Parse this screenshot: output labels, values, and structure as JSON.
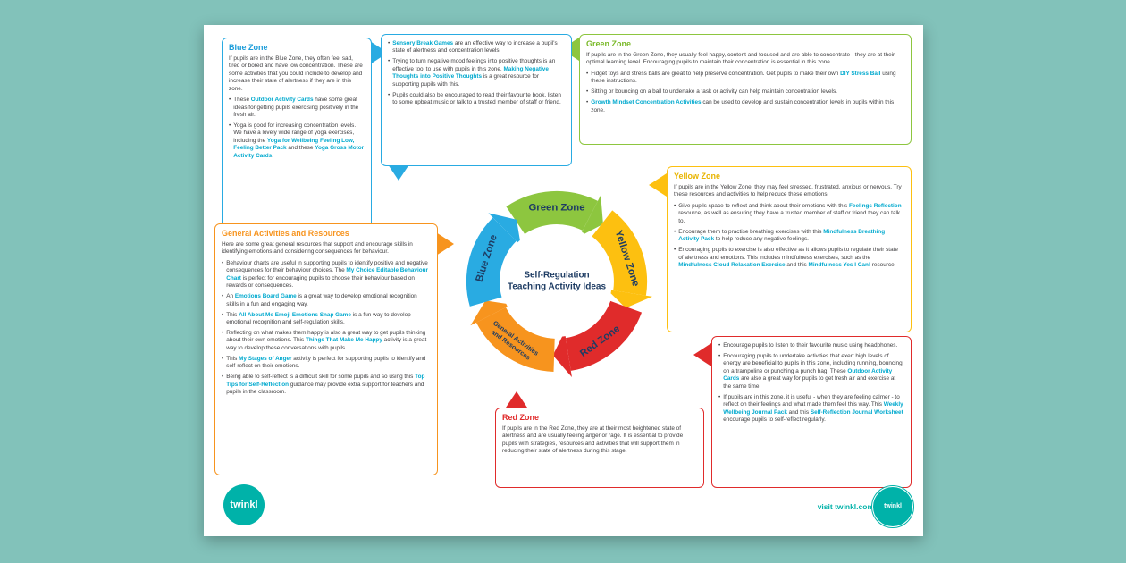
{
  "page": {
    "background_color": "#82c2ba"
  },
  "poster": {
    "center": {
      "title_line1": "Self-Regulation",
      "title_line2": "Teaching Activity Ideas"
    },
    "ring": {
      "segments": [
        {
          "id": "green",
          "label": "Green Zone",
          "color": "#8dc63f"
        },
        {
          "id": "yellow",
          "label": "Yellow Zone",
          "color": "#fdc010"
        },
        {
          "id": "red",
          "label": "Red Zone",
          "color": "#e02b2b"
        },
        {
          "id": "orange",
          "label": "General Activities",
          "label2": "and Resources",
          "color": "#f7941e"
        },
        {
          "id": "blue",
          "label": "Blue Zone",
          "color": "#29abe2"
        }
      ]
    },
    "boxes": {
      "blue_zone": {
        "accent": "#29abe2",
        "heading": "Blue Zone",
        "intro": "If pupils are in the Blue Zone, they often feel sad, tired or bored and have low concentration. These are some activities that you could include to develop and increase their state of alertness if they are in this zone.",
        "bullets": [
          [
            {
              "t": "These "
            },
            {
              "t": "Outdoor Activity Cards",
              "link": true
            },
            {
              "t": " have some great ideas for getting pupils exercising positively in the fresh air."
            }
          ],
          [
            {
              "t": "Yoga is good for increasing concentration levels. We have a lovely wide range of yoga exercises, including the "
            },
            {
              "t": "Yoga for Wellbeing Feeling Low, Feeling Better Pack",
              "link": true
            },
            {
              "t": " and these "
            },
            {
              "t": "Yoga Gross Motor Activity Cards",
              "link": true
            },
            {
              "t": "."
            }
          ]
        ]
      },
      "blue_tips": {
        "accent": "#29abe2",
        "bullets": [
          [
            {
              "t": "Sensory Break Games",
              "link": true
            },
            {
              "t": " are an effective way to increase a pupil's state of alertness and concentration levels."
            }
          ],
          [
            {
              "t": "Trying to turn negative mood feelings into positive thoughts is an effective tool to use with pupils in this zone. "
            },
            {
              "t": "Making Negative Thoughts into Positive Thoughts",
              "link": true
            },
            {
              "t": " is a great resource for supporting pupils with this."
            }
          ],
          [
            {
              "t": "Pupils could also be encouraged to read their favourite book, listen to some upbeat music or talk to a trusted member of staff or friend."
            }
          ]
        ]
      },
      "green_zone": {
        "accent": "#8dc63f",
        "heading": "Green Zone",
        "intro": "If pupils are in the Green Zone, they usually feel happy, content and focused and are able to concentrate - they are at their optimal learning level. Encouraging pupils to maintain their concentration is essential in this zone.",
        "bullets": [
          [
            {
              "t": "Fidget toys and stress balls are great to help preserve concentration. Get pupils to make their own "
            },
            {
              "t": "DIY Stress Ball",
              "link": true
            },
            {
              "t": " using these instructions."
            }
          ],
          [
            {
              "t": "Sitting or bouncing on a ball to undertake a task or activity can help maintain concentration levels."
            }
          ],
          [
            {
              "t": "Growth Mindset Concentration Activities",
              "link": true
            },
            {
              "t": " can be used to develop and sustain concentration levels in pupils within this zone."
            }
          ]
        ]
      },
      "yellow_zone": {
        "accent": "#fdc010",
        "heading": "Yellow Zone",
        "intro": "If pupils are in the Yellow Zone, they may feel stressed, frustrated, anxious or nervous. Try these resources and activities to help reduce these emotions.",
        "bullets": [
          [
            {
              "t": "Give pupils space to reflect and think about their emotions with this "
            },
            {
              "t": "Feelings Reflection",
              "link": true
            },
            {
              "t": " resource, as well as ensuring they have a trusted member of staff or friend they can talk to."
            }
          ],
          [
            {
              "t": "Encourage them to practise breathing exercises with this "
            },
            {
              "t": "Mindfulness Breathing Activity Pack",
              "link": true
            },
            {
              "t": " to help reduce any negative feelings."
            }
          ],
          [
            {
              "t": "Encouraging pupils to exercise is also effective as it allows pupils to regulate their state of alertness and emotions. This includes mindfulness exercises, such as the "
            },
            {
              "t": "Mindfulness Cloud Relaxation Exercise",
              "link": true
            },
            {
              "t": " and this "
            },
            {
              "t": "Mindfulness Yes I Can!",
              "link": true
            },
            {
              "t": " resource."
            }
          ]
        ]
      },
      "red_tips": {
        "accent": "#e02b2b",
        "bullets": [
          [
            {
              "t": "Encourage pupils to listen to their favourite music using headphones."
            }
          ],
          [
            {
              "t": "Encouraging pupils to undertake activities that exert high levels of energy are beneficial to pupils in this zone, including running, bouncing on a trampoline or punching a punch bag. These "
            },
            {
              "t": "Outdoor Activity Cards",
              "link": true
            },
            {
              "t": " are also a great way for pupils to get fresh air and exercise at the same time."
            }
          ],
          [
            {
              "t": "If pupils are in this zone, it is useful - when they are feeling calmer - to reflect on their feelings and what made them feel this way. This "
            },
            {
              "t": "Weekly Wellbeing Journal Pack",
              "link": true
            },
            {
              "t": " and this "
            },
            {
              "t": "Self-Reflection Journal Worksheet",
              "link": true
            },
            {
              "t": " encourage pupils to self-reflect regularly."
            }
          ]
        ]
      },
      "red_zone": {
        "accent": "#e02b2b",
        "heading": "Red Zone",
        "intro": "If pupils are in the Red Zone, they are at their most heightened state of alertness and are usually feeling anger or rage. It is essential to provide pupils with strategies, resources and activities that will support them in reducing their state of alertness during this stage."
      },
      "general": {
        "accent": "#f7941e",
        "heading": "General Activities and Resources",
        "intro": "Here are some great general resources that support and encourage skills in identifying emotions and considering consequences for behaviour.",
        "bullets": [
          [
            {
              "t": "Behaviour charts are useful in supporting pupils to identify positive and negative consequences for their behaviour choices. The "
            },
            {
              "t": "My Choice Editable Behaviour Chart",
              "link": true
            },
            {
              "t": " is perfect for encouraging pupils to choose their behaviour based on rewards or consequences."
            }
          ],
          [
            {
              "t": "An "
            },
            {
              "t": "Emotions Board Game",
              "link": true
            },
            {
              "t": " is a great way to develop emotional recognition skills in a fun and engaging way."
            }
          ],
          [
            {
              "t": "This "
            },
            {
              "t": "All About Me Emoji Emotions Snap Game",
              "link": true
            },
            {
              "t": " is a fun way to develop emotional recognition and self-regulation skills."
            }
          ],
          [
            {
              "t": "Reflecting on what makes them happy is also a great way to get pupils thinking about their own emotions. This "
            },
            {
              "t": "Things That Make Me Happy",
              "link": true
            },
            {
              "t": " activity is a great way to develop these conversations with pupils."
            }
          ],
          [
            {
              "t": "This "
            },
            {
              "t": "My Stages of Anger",
              "link": true
            },
            {
              "t": " activity is perfect for supporting pupils to identify and self-reflect on their emotions."
            }
          ],
          [
            {
              "t": "Being able to self-reflect is a difficult skill for some pupils and so using this "
            },
            {
              "t": "Top Tips for Self-Reflection",
              "link": true
            },
            {
              "t": " guidance may provide extra support for teachers and pupils in the classroom."
            }
          ]
        ]
      }
    },
    "footer": {
      "logo_text": "twinkl",
      "visit_text": "visit twinkl.com",
      "badge_text": "twinkl"
    },
    "link_color": "#00a9ce",
    "title_color": "#1e3c63"
  }
}
